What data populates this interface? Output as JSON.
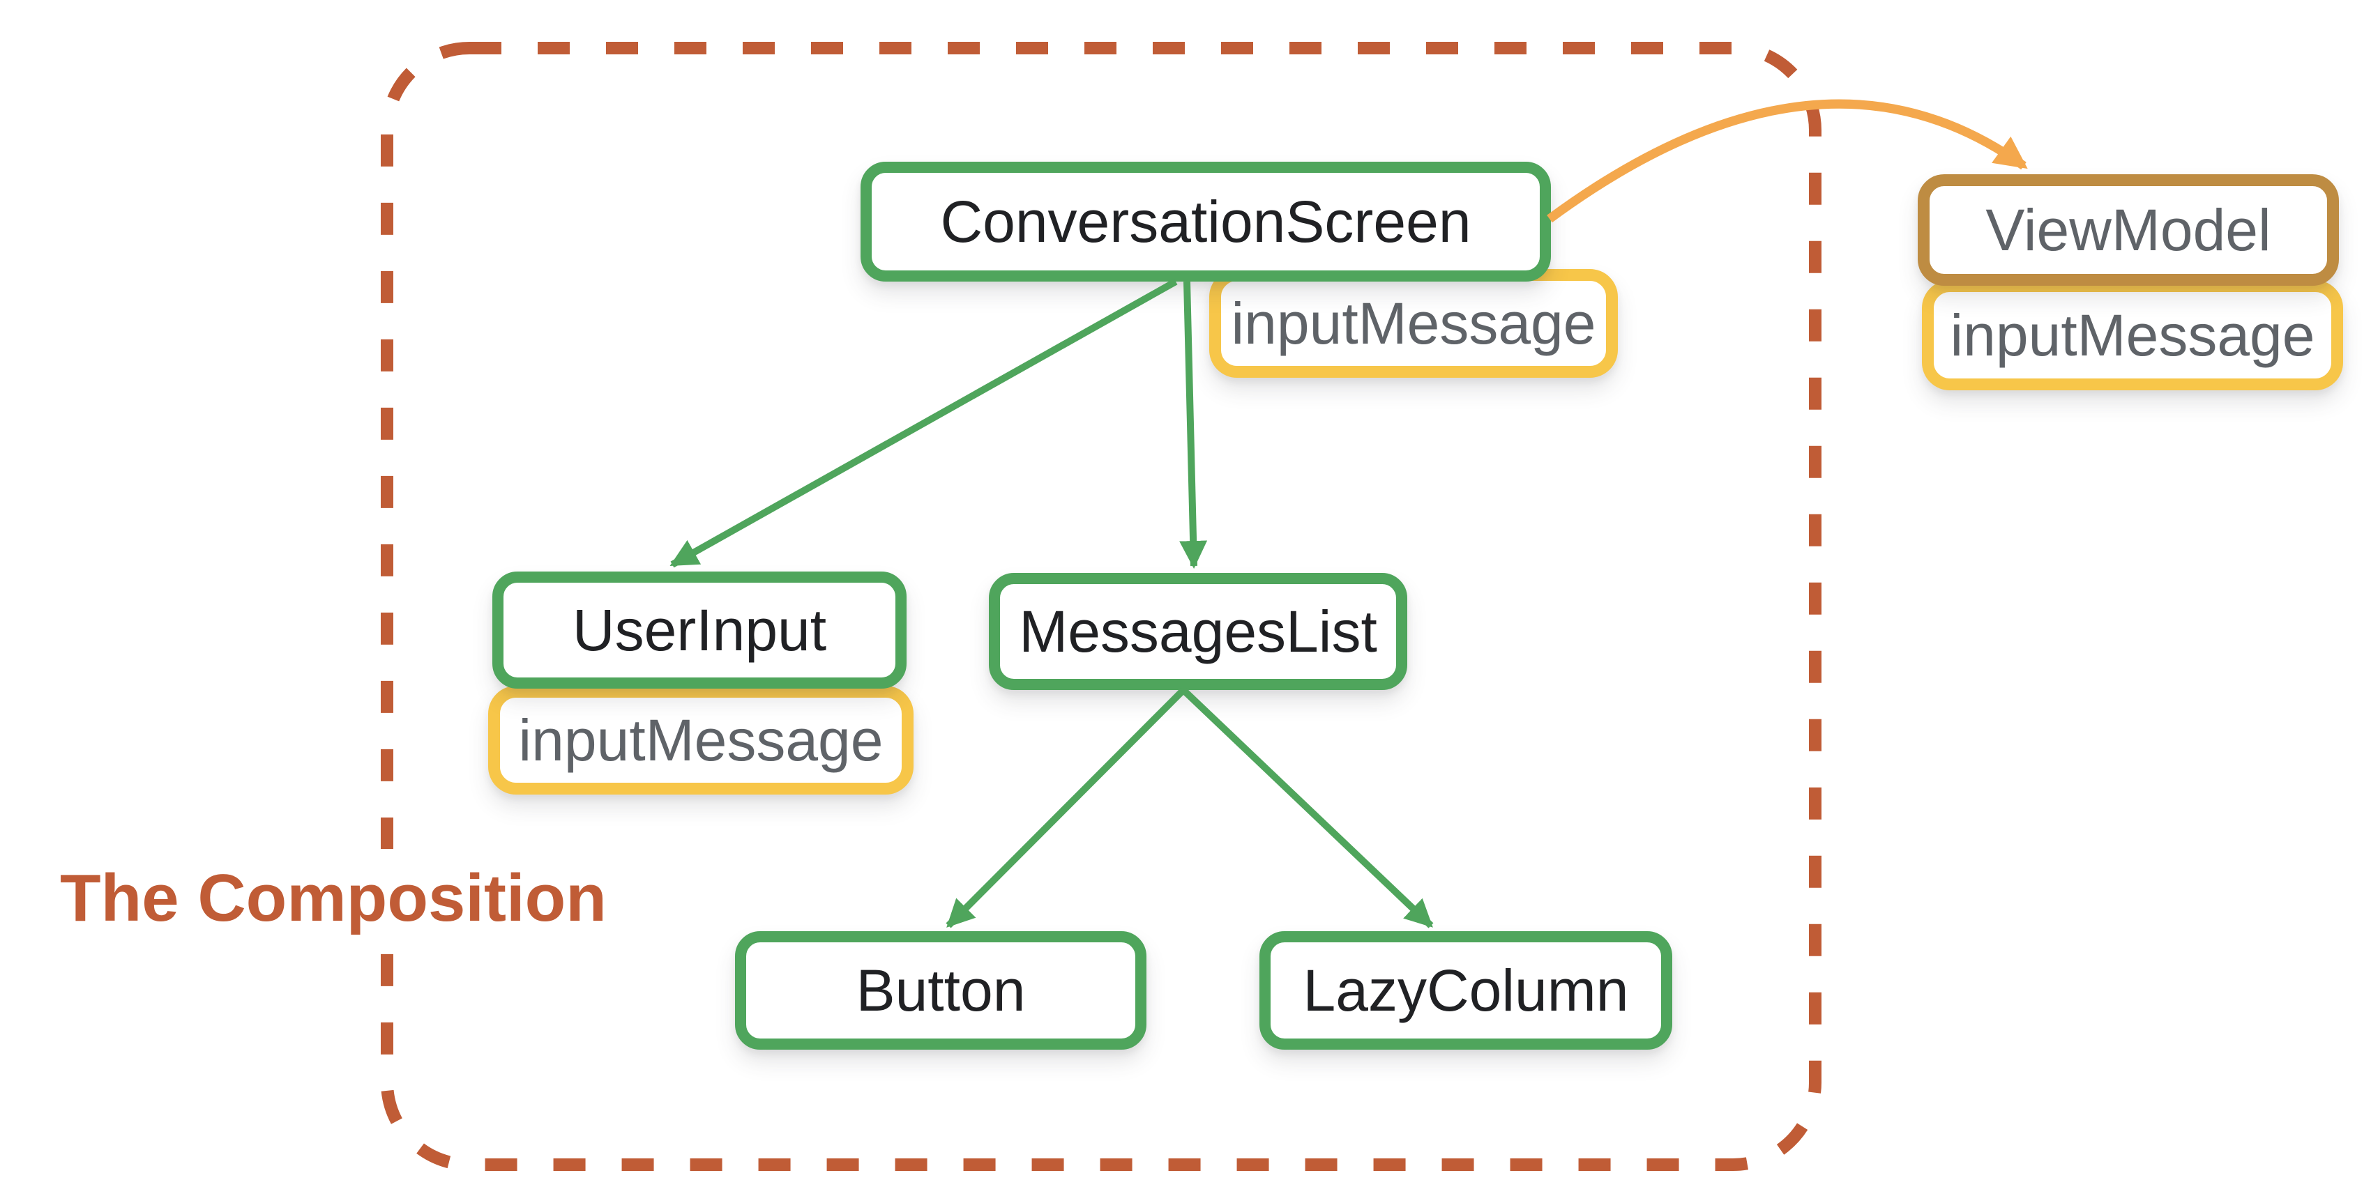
{
  "title": {
    "text": "The Composition"
  },
  "theme": {
    "green": "#4FA55C",
    "yellow": "#F7C649",
    "brown": "#BE8C42",
    "orange_arrow": "#F4A84D",
    "dash_orange": "#C05C36",
    "gray_text": "#5F6368",
    "dark_text": "#202124"
  },
  "nodes": {
    "conversation_screen": {
      "label": "ConversationScreen"
    },
    "input_message_cs": {
      "label": "inputMessage"
    },
    "view_model": {
      "label": "ViewModel"
    },
    "input_message_vm": {
      "label": "inputMessage"
    },
    "user_input": {
      "label": "UserInput"
    },
    "input_message_ui": {
      "label": "inputMessage"
    },
    "messages_list": {
      "label": "MessagesList"
    },
    "button": {
      "label": "Button"
    },
    "lazy_column": {
      "label": "LazyColumn"
    }
  },
  "edges": [
    {
      "from": "ConversationScreen",
      "to": "UserInput",
      "type": "composition",
      "color": "#4FA55C"
    },
    {
      "from": "ConversationScreen",
      "to": "MessagesList",
      "type": "composition",
      "color": "#4FA55C"
    },
    {
      "from": "MessagesList",
      "to": "Button",
      "type": "composition",
      "color": "#4FA55C"
    },
    {
      "from": "MessagesList",
      "to": "LazyColumn",
      "type": "composition",
      "color": "#4FA55C"
    },
    {
      "from": "ConversationScreen",
      "to": "ViewModel",
      "type": "state-reference",
      "color": "#F4A84D"
    }
  ]
}
